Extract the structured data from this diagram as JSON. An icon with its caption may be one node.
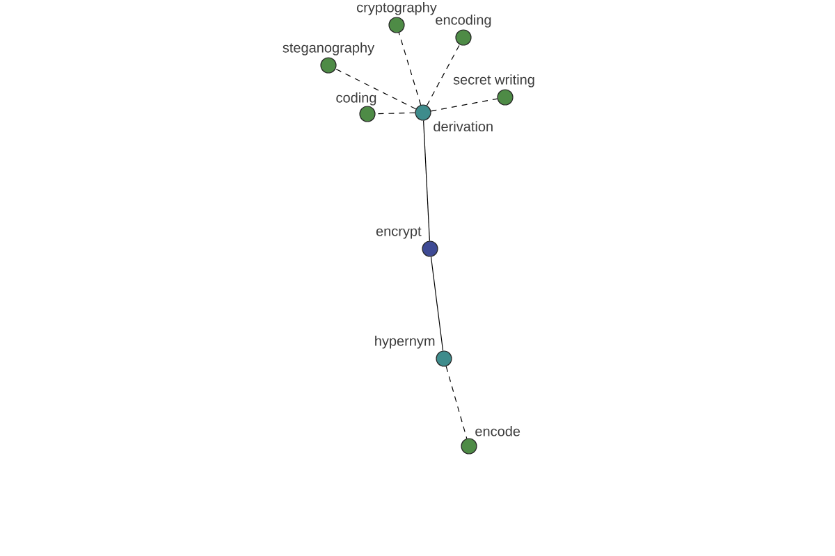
{
  "diagram": {
    "nodes": [
      {
        "text": [
          "cryptography"
        ]
      },
      {
        "text": [
          "encoding"
        ]
      },
      {
        "text": [
          "steganography"
        ]
      },
      {
        "text": [
          "secret writing"
        ]
      },
      {
        "text": [
          "coding"
        ]
      },
      {
        "text": [
          "derivation"
        ]
      },
      {
        "text": [
          "encrypt"
        ]
      },
      {
        "text": [
          "hypernym"
        ]
      },
      {
        "text": [
          "encode"
        ]
      }
    ],
    "edges": [
      {
        "from": 5,
        "to": 0,
        "arrow": "none",
        "style": "dashed"
      },
      {
        "from": 5,
        "to": 1,
        "arrow": "none",
        "style": "dashed"
      },
      {
        "from": 5,
        "to": 2,
        "arrow": "none",
        "style": "dashed"
      },
      {
        "from": 5,
        "to": 3,
        "arrow": "none",
        "style": "dashed"
      },
      {
        "from": 5,
        "to": 4,
        "arrow": "none",
        "style": "dashed"
      },
      {
        "from": 5,
        "to": 6,
        "arrow": "none"
      },
      {
        "from": 6,
        "to": 7,
        "arrow": "none"
      },
      {
        "from": 7,
        "to": 8,
        "arrow": "none",
        "style": "dashed"
      }
    ]
  }
}
